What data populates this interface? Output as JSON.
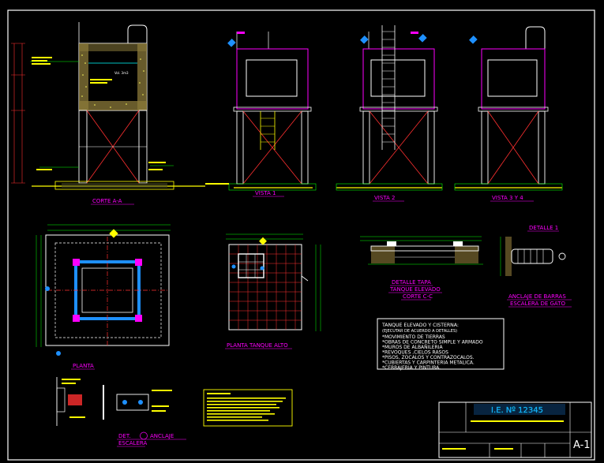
{
  "titles": {
    "corte_aa": "CORTE A-A",
    "vista1": "VISTA 1",
    "vista2": "VISTA 2",
    "vista34": "VISTA 3 Y 4",
    "detalle1": "DETALLE 1",
    "planta": "PLANTA",
    "planta_tanque": "PLANTA TANQUE ALTO",
    "detalle_tapa_1": "DETALLE TAPA",
    "detalle_tapa_2": "TANQUE ELEVADO",
    "corte_cc": "CORTE C-C",
    "anclaje_1": "ANCLAJE DE BARRAS",
    "anclaje_2": "ESCALERA DE GATO",
    "det_anclaje_1": "DET.",
    "det_anclaje_2": "ANCLAJE",
    "det_anclaje_3": "ESCALERA"
  },
  "annotations": {
    "vol": "Vol. 3m3"
  },
  "notes": {
    "heading": "TANQUE ELEVADO Y CISTERNA:",
    "subheading": "(EJECUTAR DE ACUERDO A DETALLES)",
    "items": [
      "*MOVIMIENTO DE TIERRAS",
      "*OBRAS DE CONCRETO SIMPLE Y ARMADO",
      "*MUROS DE ALBAÑILERIA",
      "*REVOQUES ,CIELOS RASOS",
      "*PISOS, ZOCALOS Y CONTRAZOCALOS.",
      "*CUBIERTAS Y CARPINTERIA METALICA.",
      "*CERRAJERIA Y PINTURA."
    ]
  },
  "title_block": {
    "license": "I.E. Nº 12345",
    "sheet": "A-1"
  }
}
